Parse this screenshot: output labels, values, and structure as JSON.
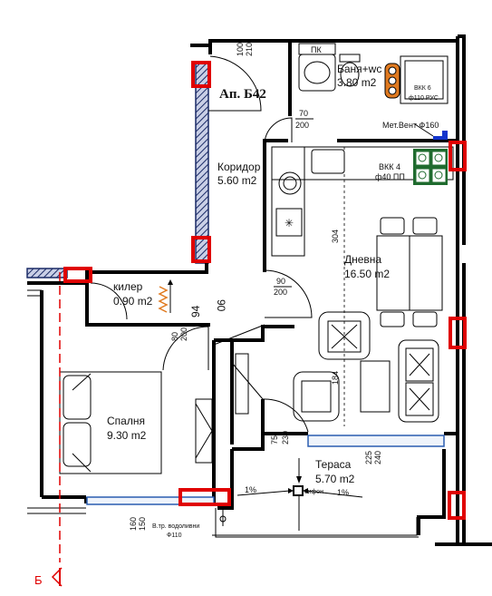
{
  "title": "Ап. Б42",
  "rooms": {
    "bath": {
      "name": "Баня+wc",
      "area": "3.80 m2"
    },
    "corridor": {
      "name": "Коридор",
      "area": "5.60 m2"
    },
    "living": {
      "name": "Дневна",
      "area": "16.50 m2"
    },
    "closet": {
      "name": "килер",
      "area": "0.90 m2"
    },
    "bedroom": {
      "name": "Спалня",
      "area": "9.30 m2"
    },
    "terrace": {
      "name": "Тераса",
      "area": "5.70 m2"
    }
  },
  "labels": {
    "pk": "ПК",
    "vkk6": "ВКК 6",
    "vkk6_pipe": "ф110 РУС",
    "vent": "Мет.Вент Ф160",
    "vkk4": "ВКК 4",
    "vkk4_pipe": "ф40 ПП",
    "door_100": "100",
    "door_210": "210",
    "door_70": "70",
    "door_200a": "200",
    "door_90": "90",
    "door_200b": "200",
    "door_80": "80",
    "door_200c": "200",
    "dim_94": "94",
    "dim_90": "90",
    "dim_304": "304",
    "dim_184": "184",
    "door_75": "75",
    "door_230": "230",
    "dim_225": "225",
    "dim_240": "240",
    "slope_left": "1%",
    "slope_right": "1%",
    "sifon": "сифон",
    "dim_160": "160",
    "dim_150": "150",
    "drain_note": "В.тр. водоливни",
    "drain_pipe": "Ф110",
    "section": "Б"
  },
  "colors": {
    "wall": "#000000",
    "hatch": "#1a2a66",
    "marker": "#e00000",
    "pipe": "#e07a20",
    "kitchen_green": "#1f6b2e",
    "vent_blue": "#1133cc",
    "glass_blue": "#2a5db0"
  }
}
